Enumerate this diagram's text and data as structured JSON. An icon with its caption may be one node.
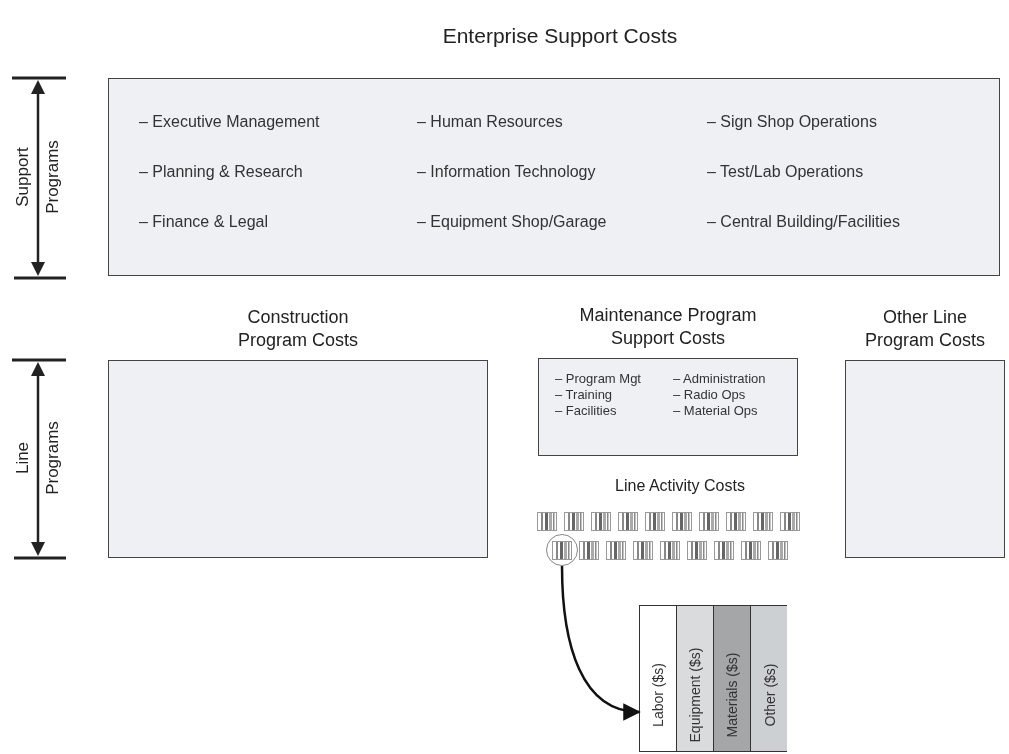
{
  "diagram": {
    "title": "Enterprise Support Costs",
    "nodes": [
      {
        "text": [
          "– Executive Management",
          "– Human Resources",
          "– Sign Shop Operations",
          "– Planning & Research",
          "– Information Technology",
          "– Test/Lab Operations",
          "– Finance & Legal",
          "– Equipment Shop/Garage",
          "– Central Building/Facilities"
        ]
      },
      {
        "text": [
          "Construction Program Costs"
        ]
      },
      {
        "text": [
          "Maintenance Program Support Costs",
          "– Program Mgt",
          "– Administration",
          "– Training",
          "– Radio Ops",
          "– Facilities",
          "– Material Ops"
        ]
      },
      {
        "text": [
          "Other Line Program Costs"
        ]
      },
      {
        "text": [],
        "shape": "circle"
      },
      {
        "text": [
          "Labor ($s)"
        ]
      },
      {
        "text": [
          "Equipment ($s)"
        ]
      },
      {
        "text": [
          "Materials ($s)"
        ]
      },
      {
        "text": [
          "Other ($s)"
        ]
      }
    ],
    "edges": [
      {
        "from": 4,
        "to": 5,
        "arrow": "to"
      }
    ],
    "labels": [
      "Support Programs",
      "Line Programs",
      "Line Activity Costs"
    ]
  }
}
